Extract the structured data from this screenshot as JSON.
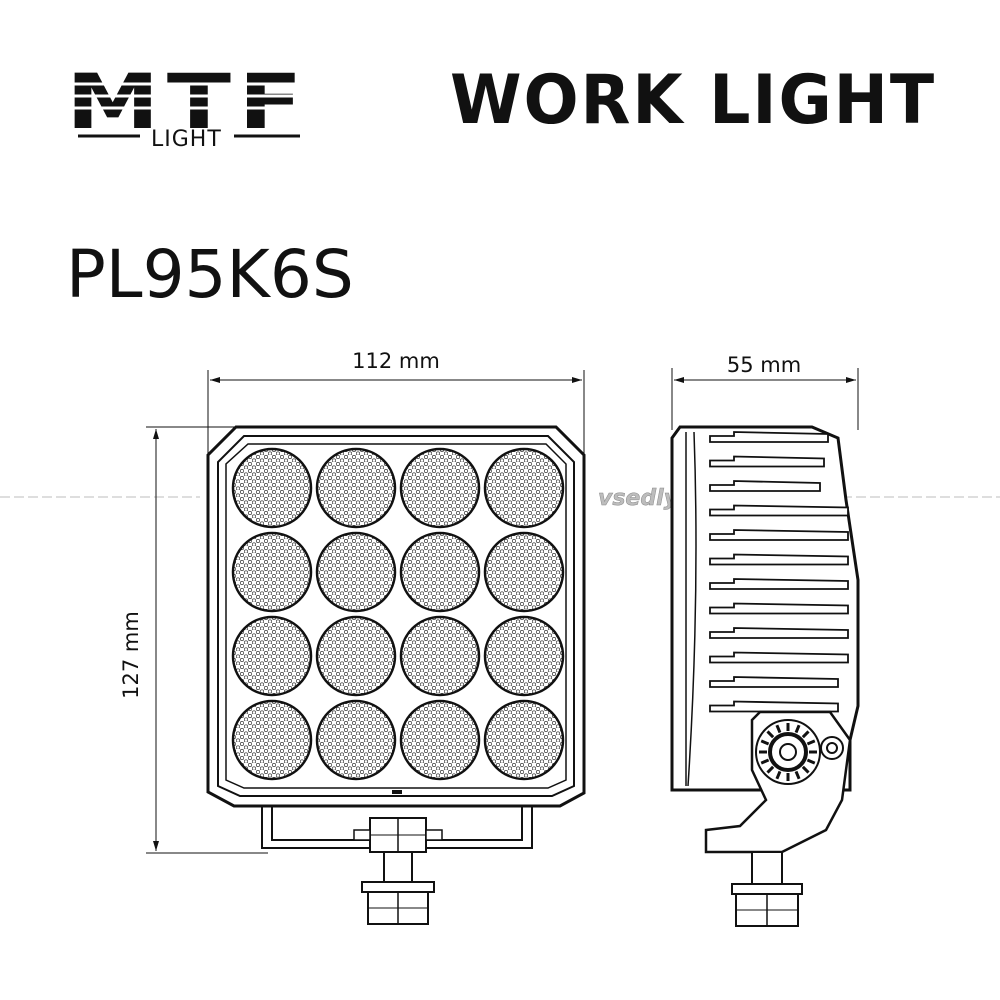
{
  "brand": {
    "name": "MTF",
    "sub": "LIGHT"
  },
  "title": "WORK LIGHT",
  "model": "PL95K6S",
  "dimensions": {
    "width": "112 mm",
    "height": "127 mm",
    "depth": "55 mm"
  },
  "watermark": "vsedlyafar.ru",
  "front_view": {
    "led_rows": 4,
    "led_cols": 4
  },
  "side_view": {
    "fin_count": 12
  },
  "colors": {
    "ink": "#111111",
    "background": "#ffffff",
    "watermark": "#bdbdbd"
  }
}
